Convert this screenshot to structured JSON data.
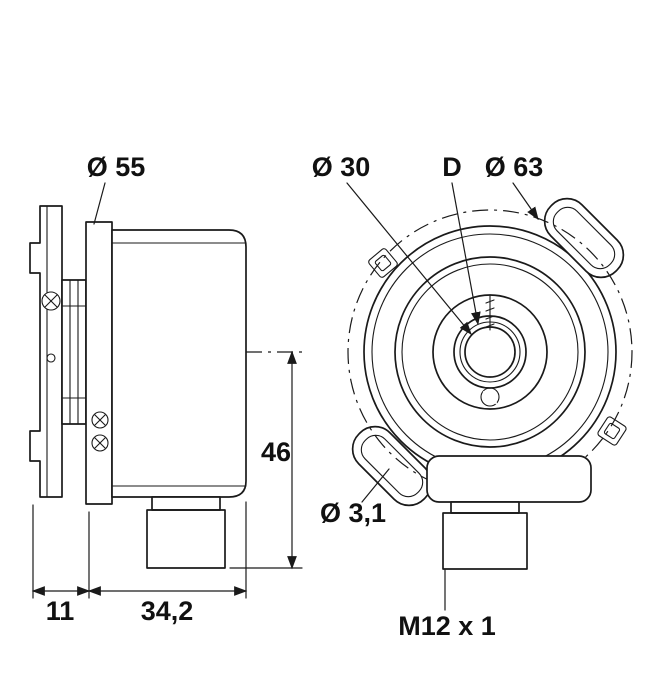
{
  "colors": {
    "background": "#ffffff",
    "line": "#1a1a1a",
    "text": "#111111"
  },
  "views": {
    "side": {
      "labels": {
        "flange_diameter": "Ø 55",
        "height_to_center": "46",
        "bracket_depth": "11",
        "body_depth": "34,2"
      }
    },
    "front": {
      "labels": {
        "hub_diameter": "Ø 30",
        "shaft_diameter": "D",
        "outer_diameter": "Ø 63",
        "pin_hole_diameter": "Ø 3,1",
        "connector_thread": "M12 x 1"
      }
    }
  }
}
